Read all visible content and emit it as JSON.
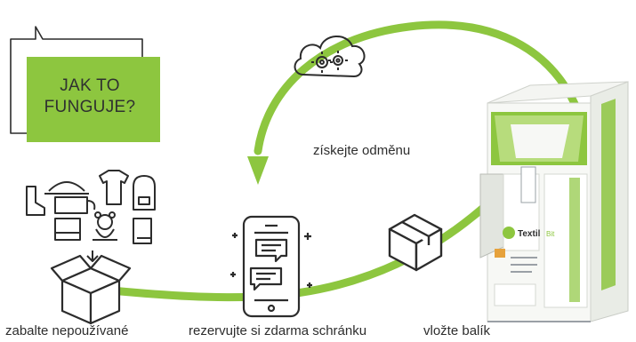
{
  "bubble": {
    "line1": "JAK TO",
    "line2": "FUNGUJE?"
  },
  "labels": {
    "reward": "získejte odměnu",
    "pack": "zabalte nepoužívané",
    "reserve": "rezervujte si zdarma schránku",
    "insert": "vložte balík"
  },
  "kiosk": {
    "brand": "Textil",
    "brand_suffix": "Bit"
  },
  "colors": {
    "accent": "#8dc63f",
    "line": "#2c2c2c",
    "text": "#2d2d2d"
  },
  "icons": [
    "clothes-collection-icon",
    "open-box-icon",
    "smartphone-chat-icon",
    "parcel-box-icon",
    "cloud-gears-icon",
    "textile-recycling-kiosk"
  ]
}
